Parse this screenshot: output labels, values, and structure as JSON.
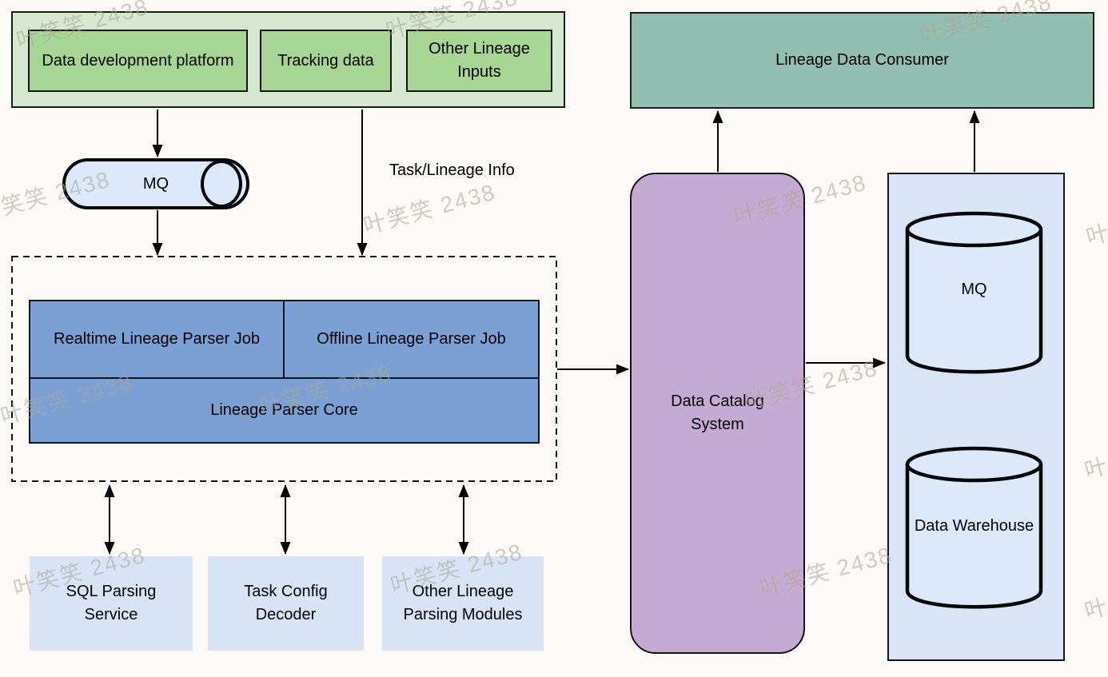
{
  "watermark": {
    "text": "叶笑笑 2438"
  },
  "colors": {
    "background": "#fbfaf7",
    "group_green_fill": "#d6e8cf",
    "input_green_fill": "#a7d594",
    "parser_blue_fill": "#7aa0d4",
    "service_blue_fill": "#d8e4f6",
    "cylinder_blue_fill": "#dbe9fb",
    "catalog_purple_fill": "#c5aad3",
    "consumer_teal_fill": "#93bfb3",
    "storage_container_fill": "#d9e5f7",
    "line_ink": "#111111"
  },
  "nodes": {
    "source_platform": "Data development platform",
    "tracking_data": "Tracking data",
    "other_inputs": "Other Lineage Inputs",
    "mq_queue": "MQ",
    "task_lineage_info": "Task/Lineage Info",
    "realtime_job": "Realtime Lineage Parser Job",
    "offline_job": "Offline Lineage Parser Job",
    "parser_core": "Lineage Parser Core",
    "sql_service": "SQL Parsing Service",
    "task_decoder": "Task Config Decoder",
    "other_modules": "Other Lineage Parsing Modules",
    "catalog": "Data Catalog System",
    "consumer": "Lineage Data Consumer",
    "storage_mq": "MQ",
    "warehouse": "Data Warehouse"
  }
}
